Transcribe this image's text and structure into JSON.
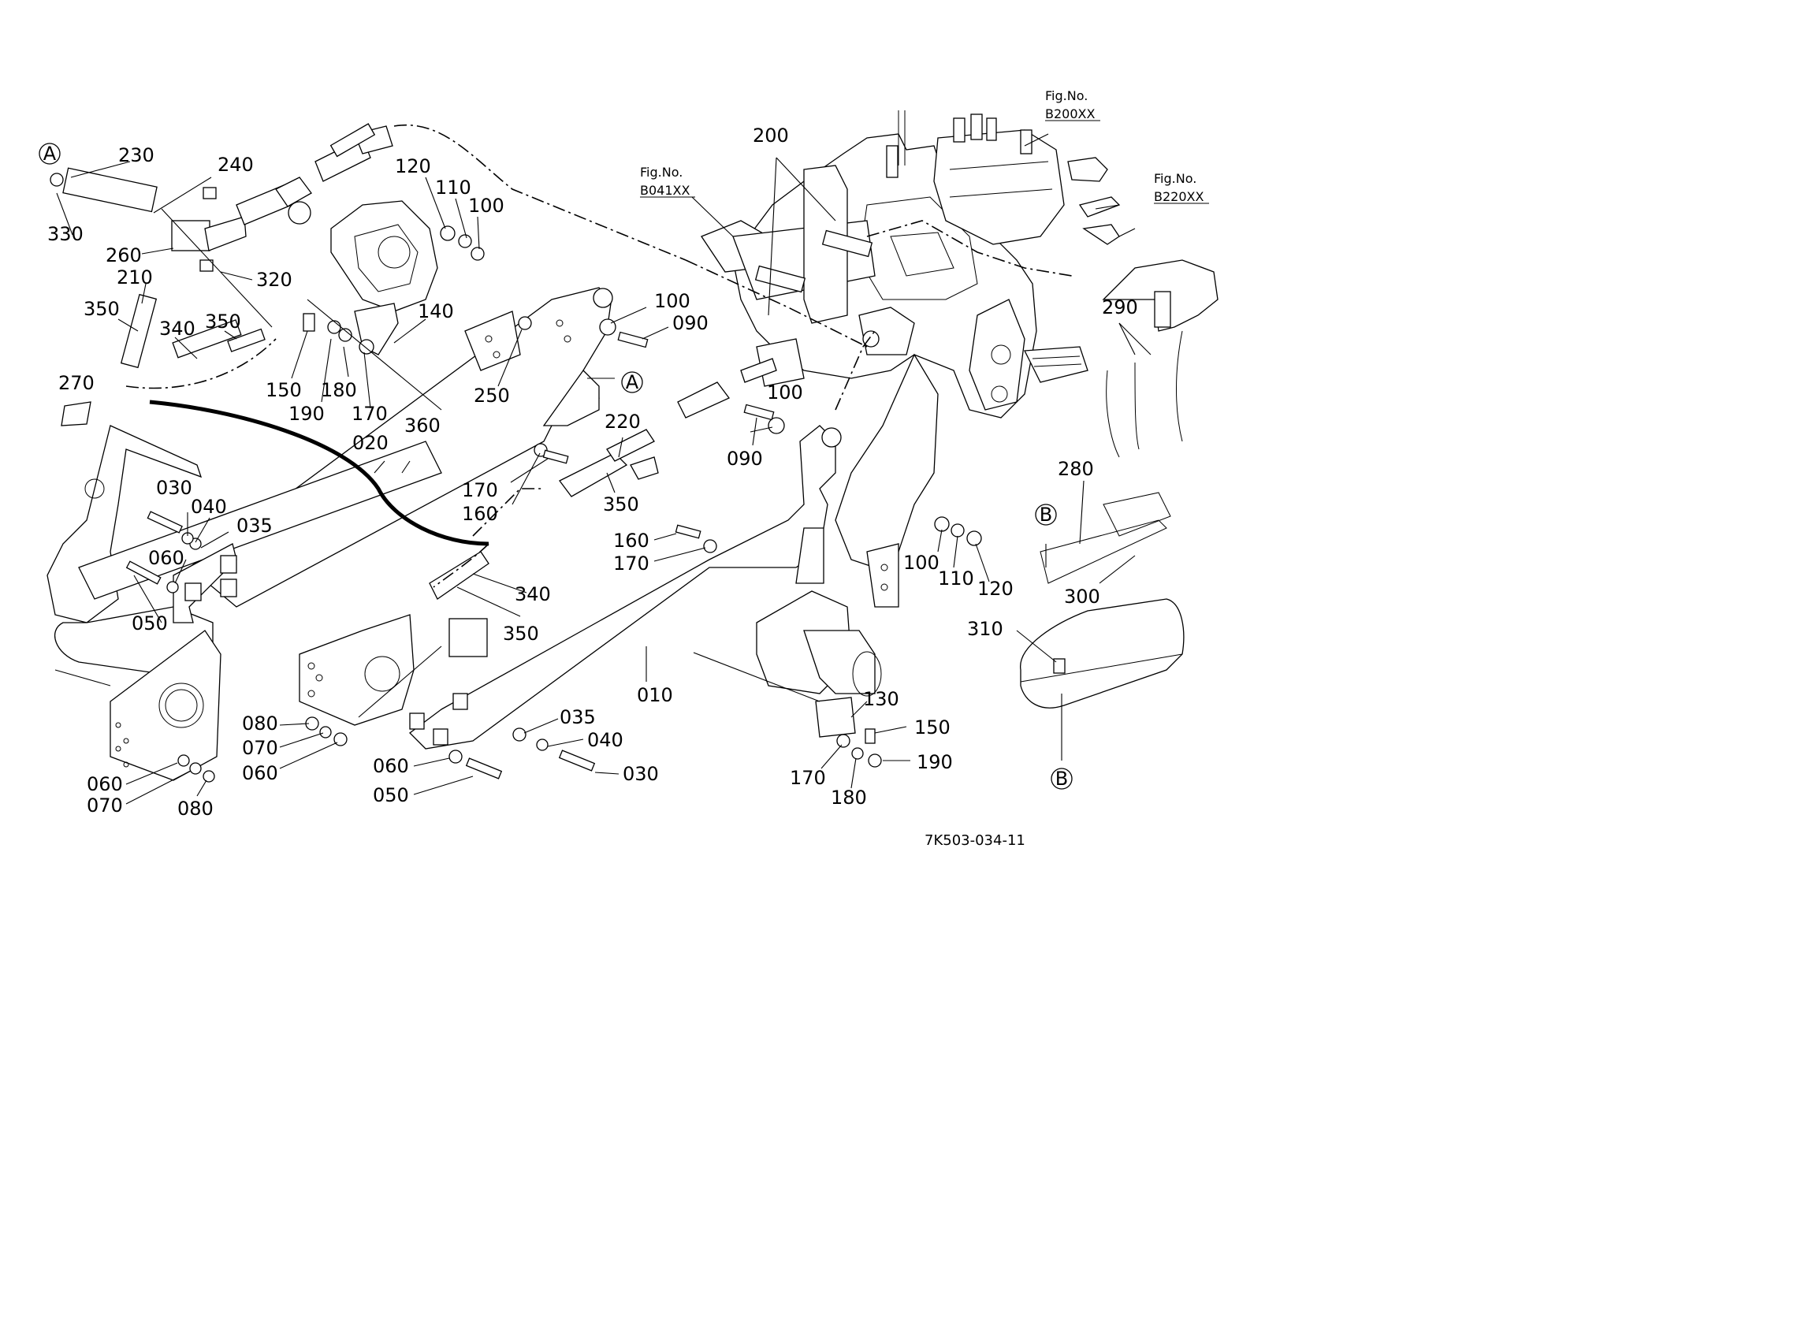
{
  "drawing_code": "7K503-034-11",
  "figure_refs": [
    {
      "key": "b200",
      "label": "Fig.No.",
      "code": "B200XX"
    },
    {
      "key": "b041",
      "label": "Fig.No.",
      "code": "B041XX"
    },
    {
      "key": "b220",
      "label": "Fig.No.",
      "code": "B220XX"
    }
  ],
  "markers": {
    "a": "A",
    "b": "B"
  },
  "part_labels": {
    "p230": "230",
    "p240": "240",
    "p330": "330",
    "p260": "260",
    "p320": "320",
    "p210": "210",
    "p350a": "350",
    "p340a": "340",
    "p350b": "350",
    "p270": "270",
    "p120a": "120",
    "p110a": "110",
    "p100a": "100",
    "p140": "140",
    "p150a": "150",
    "p190a": "190",
    "p180a": "180",
    "p170a": "170",
    "p100b": "100",
    "p090a": "090",
    "p250": "250",
    "p200": "200",
    "p290": "290",
    "p020": "020",
    "p360": "360",
    "p030a": "030",
    "p040a": "040",
    "p035a": "035",
    "p060a": "060",
    "p050a": "050",
    "p170b": "170",
    "p160a": "160",
    "p220": "220",
    "p350c": "350",
    "p100c": "100",
    "p090b": "090",
    "p160b": "160",
    "p170c": "170",
    "p340b": "340",
    "p350d": "350",
    "p100d": "100",
    "p110b": "110",
    "p120b": "120",
    "p280": "280",
    "p300": "300",
    "p310": "310",
    "p010": "010",
    "p130": "130",
    "p150b": "150",
    "p190b": "190",
    "p170d": "170",
    "p180b": "180",
    "p080a": "080",
    "p070a": "070",
    "p060b": "060",
    "p060c": "060",
    "p070b": "070",
    "p080b": "080",
    "p035b": "035",
    "p040b": "040",
    "p030b": "030",
    "p060d": "060",
    "p050b": "050"
  }
}
